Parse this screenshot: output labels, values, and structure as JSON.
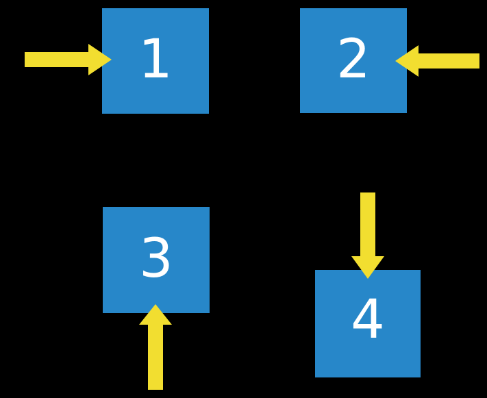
{
  "colors": {
    "bg": "#000000",
    "square": "#2787C9",
    "arrow": "#F2DE30",
    "number": "#FFFFFF"
  },
  "squares": [
    {
      "label": "1",
      "arrow_direction": "right",
      "arrow_enters_from": "left"
    },
    {
      "label": "2",
      "arrow_direction": "left",
      "arrow_enters_from": "right"
    },
    {
      "label": "3",
      "arrow_direction": "up",
      "arrow_enters_from": "bottom"
    },
    {
      "label": "4",
      "arrow_direction": "down",
      "arrow_enters_from": "top"
    }
  ]
}
